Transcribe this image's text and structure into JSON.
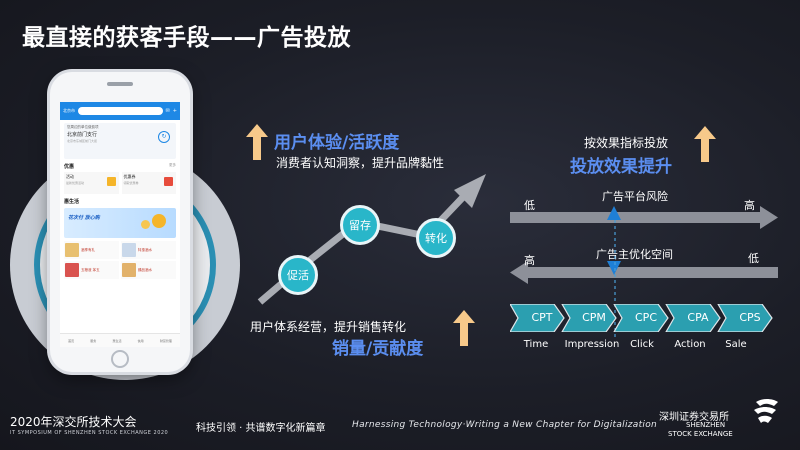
{
  "title": "最直接的获客手段——广告投放",
  "phone": {
    "city": "北京市",
    "card_line1": "您周边的单位缴费项",
    "card_line2": "北京前门支行",
    "card_line3": "北京市东城区前门大街",
    "section1": "优惠",
    "section1_more": "更多",
    "promo1_title": "活动",
    "promo1_sub": "最新优惠活动",
    "promo2_title": "优惠券",
    "promo2_sub": "领取优惠券",
    "section2": "惠生活",
    "banner_text": "花次付 放心购",
    "good1": "酒享有礼",
    "good2": "特惠酒水",
    "good3": "五粮液 茅五",
    "good4": "臻品酒水",
    "tabs": [
      "首页",
      "服务",
      "惠生活",
      "信用",
      "财富管理"
    ],
    "colors": {
      "bar": "#1e88e5",
      "coin": "#f5b52a"
    }
  },
  "labels": {
    "ux": "用户体验/活跃度",
    "ux_sub": "消费者认知洞察，提升品牌黏性",
    "effect_sub": "按效果指标投放",
    "effect": "投放效果提升",
    "ops_sub": "用户体系经营，提升销售转化",
    "sales": "销量/贡献度"
  },
  "nodes": [
    "促活",
    "留存",
    "转化"
  ],
  "bars": {
    "risk": {
      "title": "广告平台风险",
      "left": "低",
      "right": "高"
    },
    "optimize": {
      "title": "广告主优化空间",
      "left": "高",
      "right": "低"
    }
  },
  "chevrons": [
    {
      "code": "CPT",
      "label": "Time"
    },
    {
      "code": "CPM",
      "label": "Impression"
    },
    {
      "code": "CPC",
      "label": "Click"
    },
    {
      "code": "CPA",
      "label": "Action"
    },
    {
      "code": "CPS",
      "label": "Sale"
    }
  ],
  "footer": {
    "event": "2020年深交所技术大会",
    "event_en": "IT SYMPOSIUM OF SHENZHEN STOCK EXCHANGE 2020",
    "slogan_cn": "科技引领 · 共谱数字化新篇章",
    "slogan_en": "Harnessing Technology·Writing a New Chapter for Digitalization",
    "org_cn": "深圳证券交易所",
    "org_en1": "SHENZHEN",
    "org_en2": "STOCK EXCHANGE"
  },
  "colors": {
    "accent_blue": "#5b8ef0",
    "arrow_orange": "#f7c98a",
    "node_teal": "#29b6c9",
    "chevron_teal": "#2b9fb0",
    "bar_gray": "#8d9099",
    "marker_blue": "#1e7fd6"
  }
}
